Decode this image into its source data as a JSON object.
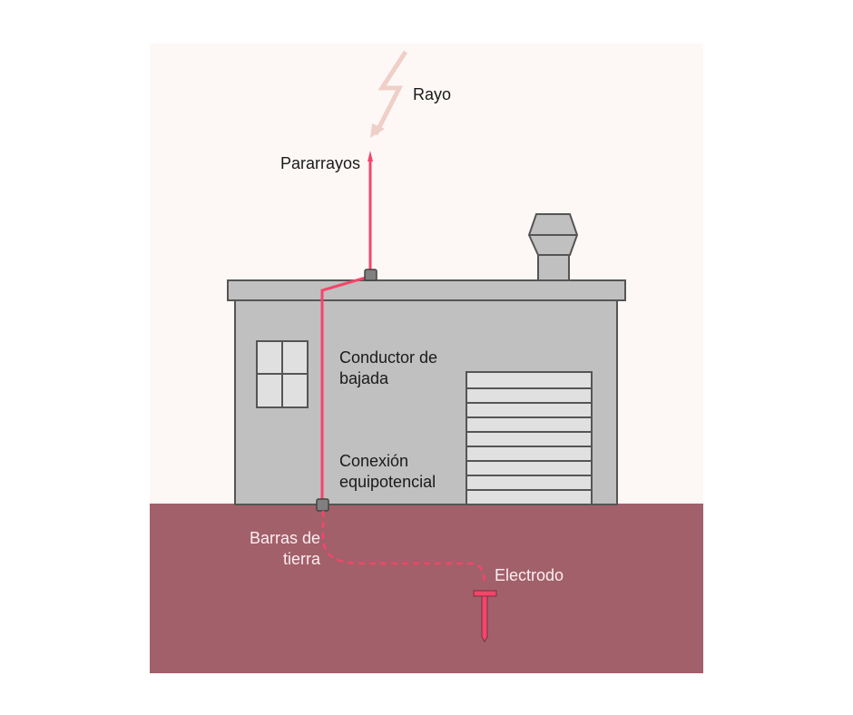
{
  "labels": {
    "lightning": "Rayo",
    "air_terminal": "Pararrayos",
    "down_conductor_line1": "Conductor de",
    "down_conductor_line2": "bajada",
    "bonding_line1": "Conexión",
    "bonding_line2": "equipotencial",
    "ground_bars_line1": "Barras de",
    "ground_bars_line2": "tierra",
    "electrode": "Electrodo"
  },
  "colors": {
    "sky": "#fdf8f6",
    "ground": "#a2606a",
    "building": "#c0c0c0",
    "conductor": "#f4456a",
    "lightning": "#f0cfc8"
  }
}
